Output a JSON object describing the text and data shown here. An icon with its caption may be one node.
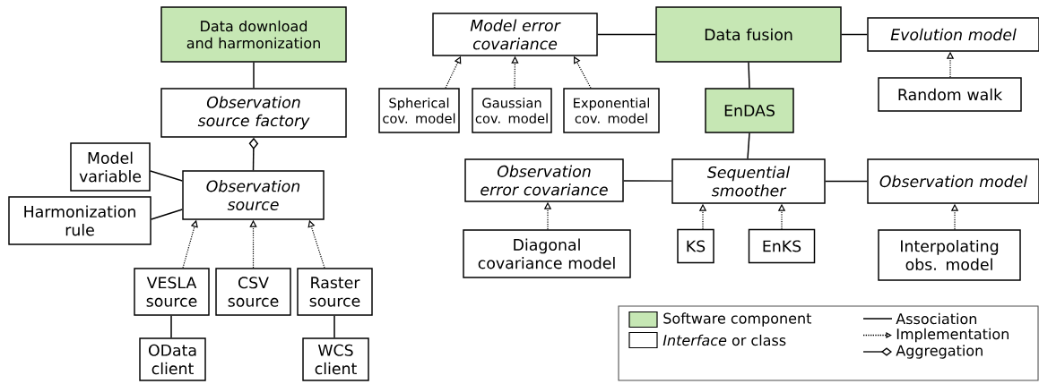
{
  "diagram": {
    "nodes": [
      {
        "text": [
          "Data download and harmonization"
        ]
      },
      {
        "text": [
          "Observation source factory"
        ]
      },
      {
        "text": [
          "Model variable"
        ]
      },
      {
        "text": [
          "Observation source"
        ]
      },
      {
        "text": [
          "Harmonization rule"
        ]
      },
      {
        "text": [
          "VESLA source"
        ]
      },
      {
        "text": [
          "CSV source"
        ]
      },
      {
        "text": [
          "Raster source"
        ]
      },
      {
        "text": [
          "OData client"
        ]
      },
      {
        "text": [
          "WCS client"
        ]
      },
      {
        "text": [
          "Model error covariance"
        ]
      },
      {
        "text": [
          "Data fusion"
        ]
      },
      {
        "text": [
          "Evolution model"
        ]
      },
      {
        "text": [
          "Spherical cov. model"
        ]
      },
      {
        "text": [
          "Gaussian cov. model"
        ]
      },
      {
        "text": [
          "Exponential cov. model"
        ]
      },
      {
        "text": [
          "Random walk"
        ]
      },
      {
        "text": [
          "EnDAS"
        ]
      },
      {
        "text": [
          "Observation error covariance"
        ]
      },
      {
        "text": [
          "Sequential smoother"
        ]
      },
      {
        "text": [
          "Observation model"
        ]
      },
      {
        "text": [
          "Diagonal covariance model"
        ]
      },
      {
        "text": [
          "KS"
        ]
      },
      {
        "text": [
          "EnKS"
        ]
      },
      {
        "text": [
          "Interpolating obs. model"
        ]
      }
    ],
    "edges": [
      {
        "from": 0,
        "to": 1,
        "arrow": "none"
      },
      {
        "from": 3,
        "to": 1,
        "arrow": "other"
      },
      {
        "from": 2,
        "to": 3,
        "arrow": "none"
      },
      {
        "from": 4,
        "to": 3,
        "arrow": "none"
      },
      {
        "from": 5,
        "to": 3,
        "arrow": "to",
        "style": "dashed"
      },
      {
        "from": 6,
        "to": 3,
        "arrow": "to",
        "style": "dashed"
      },
      {
        "from": 7,
        "to": 3,
        "arrow": "to",
        "style": "dashed"
      },
      {
        "from": 5,
        "to": 8,
        "arrow": "none"
      },
      {
        "from": 7,
        "to": 9,
        "arrow": "none"
      },
      {
        "from": 10,
        "to": 11,
        "arrow": "none"
      },
      {
        "from": 11,
        "to": 12,
        "arrow": "none"
      },
      {
        "from": 13,
        "to": 10,
        "arrow": "to",
        "style": "dashed"
      },
      {
        "from": 14,
        "to": 10,
        "arrow": "to",
        "style": "dashed"
      },
      {
        "from": 15,
        "to": 10,
        "arrow": "to",
        "style": "dashed"
      },
      {
        "from": 16,
        "to": 12,
        "arrow": "to",
        "style": "dashed"
      },
      {
        "from": 11,
        "to": 17,
        "arrow": "none"
      },
      {
        "from": 17,
        "to": 19,
        "arrow": "none"
      },
      {
        "from": 18,
        "to": 19,
        "arrow": "none"
      },
      {
        "from": 19,
        "to": 20,
        "arrow": "none"
      },
      {
        "from": 21,
        "to": 18,
        "arrow": "to",
        "style": "dashed"
      },
      {
        "from": 22,
        "to": 19,
        "arrow": "to",
        "style": "dashed"
      },
      {
        "from": 23,
        "to": 19,
        "arrow": "to",
        "style": "dashed"
      },
      {
        "from": 24,
        "to": 20,
        "arrow": "to",
        "style": "dashed"
      }
    ],
    "legend": [
      {
        "text": "Software component",
        "color": "#c6e7b4"
      },
      {
        "text": "*Interface* or class"
      },
      {
        "text": "Association"
      },
      {
        "text": "Implementation"
      },
      {
        "text": "Aggregation"
      }
    ]
  }
}
